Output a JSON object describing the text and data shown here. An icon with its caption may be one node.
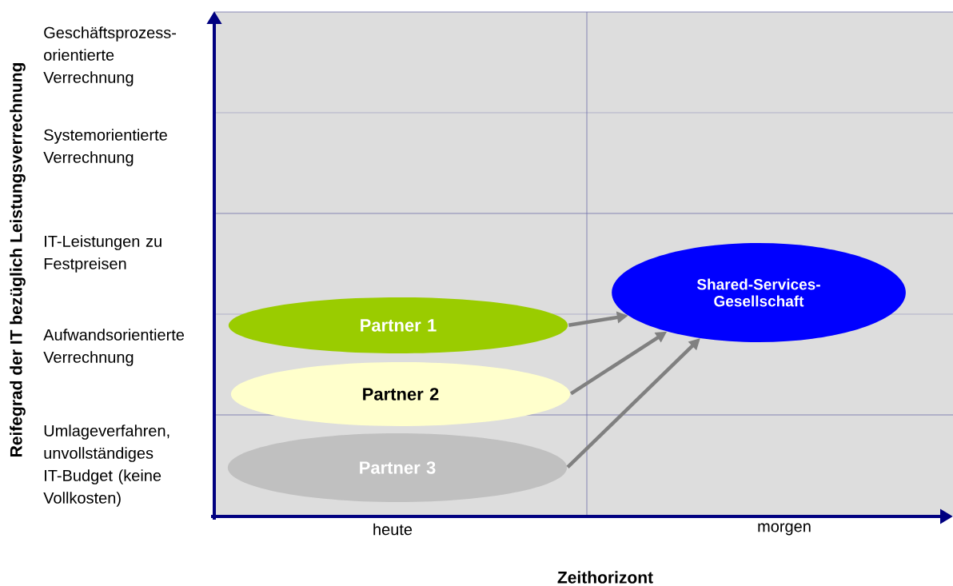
{
  "diagram": {
    "nodes": [
      {
        "text": [
          "Partner 1"
        ]
      },
      {
        "text": [
          "Partner 2"
        ]
      },
      {
        "text": [
          "Partner 3"
        ]
      },
      {
        "text": [
          "Shared-Services-Gesellschaft"
        ]
      }
    ],
    "edges": [
      {
        "from": 0,
        "to": 3,
        "arrow": "to"
      },
      {
        "from": 1,
        "to": 3,
        "arrow": "to"
      },
      {
        "from": 2,
        "to": 3,
        "arrow": "to"
      }
    ],
    "labels": [
      "Geschäftsprozess- orientierte Verrechnung",
      "Systemorientierte Verrechnung",
      "IT-Leistungen zu Festpreisen",
      "Aufwandsorientierte Verrechnung",
      "Umlageverfahren, unvollständiges IT-Budget (keine Vollkosten)",
      "heute",
      "morgen",
      "Zeithorizont",
      "Reifegrad der IT bezüglich Leistungsverrechnung"
    ]
  }
}
